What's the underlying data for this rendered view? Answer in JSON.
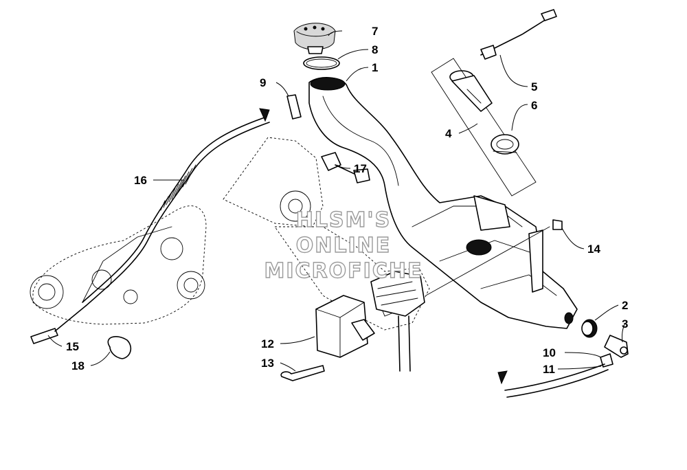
{
  "watermark": {
    "line1": "HLSM'S",
    "line2": "ONLINE",
    "line3": "MICROFICHE"
  },
  "callouts": [
    {
      "id": "1",
      "label": "1"
    },
    {
      "id": "2",
      "label": "2"
    },
    {
      "id": "3",
      "label": "3"
    },
    {
      "id": "4",
      "label": "4"
    },
    {
      "id": "5",
      "label": "5"
    },
    {
      "id": "6",
      "label": "6"
    },
    {
      "id": "7",
      "label": "7"
    },
    {
      "id": "8",
      "label": "8"
    },
    {
      "id": "9",
      "label": "9"
    },
    {
      "id": "10",
      "label": "10"
    },
    {
      "id": "11",
      "label": "11"
    },
    {
      "id": "12",
      "label": "12"
    },
    {
      "id": "13",
      "label": "13"
    },
    {
      "id": "14",
      "label": "14"
    },
    {
      "id": "15",
      "label": "15"
    },
    {
      "id": "16",
      "label": "16"
    },
    {
      "id": "17",
      "label": "17"
    },
    {
      "id": "18",
      "label": "18"
    }
  ]
}
